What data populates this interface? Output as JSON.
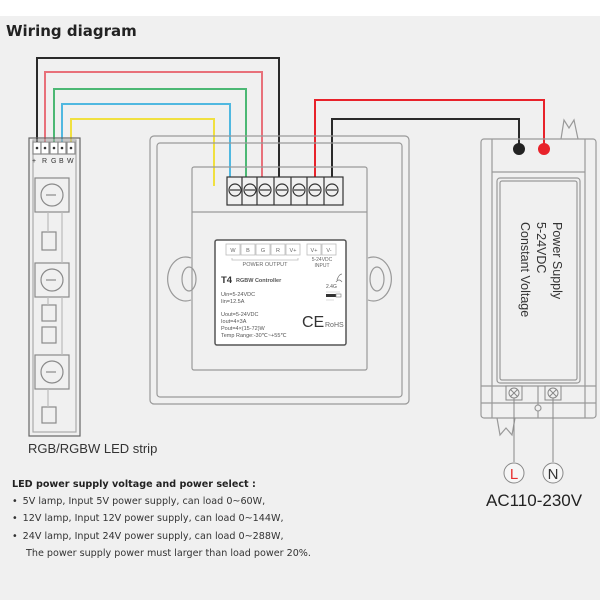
{
  "title": "Wiring diagram",
  "colors": {
    "black": "#2a2a2a",
    "red": "#e8707a",
    "green": "#4cb874",
    "blue": "#50b8e0",
    "yellow": "#f0e040",
    "power_red": "#e8222a",
    "outline": "#8a8a8a",
    "background": "#f0f0f0"
  },
  "led_strip": {
    "label": "RGB/RGBW LED strip",
    "pins": [
      "+",
      "R",
      "G",
      "B",
      "W"
    ]
  },
  "controller": {
    "model": "T4",
    "name": "RGBW Controller",
    "terminals": [
      "W",
      "B",
      "G",
      "R",
      "V+",
      "V+",
      "V-"
    ],
    "output_label": "POWER OUTPUT",
    "input_label_line1": "5-24VDC",
    "input_label_line2": "INPUT",
    "wireless": "2.4G",
    "uin": "Uin=5-24VDC",
    "iin": "Iin=12.5A",
    "uout": "Uout=5-24VDC",
    "iout": "Iout=4×3A",
    "pout": "Pout=4×(15-72)W",
    "temp": "Temp Range:-30℃~+55℃",
    "ce_mark": "CE",
    "rohs": "RoHS"
  },
  "power_supply": {
    "line1": "Power Supply",
    "line2": "5-24VDC",
    "line3": "Constant Voltage",
    "ac_label": "AC110-230V",
    "live": "L",
    "neutral": "N"
  },
  "notes": {
    "heading": "LED power supply voltage and power select :",
    "items": [
      "5V lamp, Input 5V power supply, can load 0~60W,",
      "12V lamp, Input 12V power supply, can load 0~144W,",
      "24V lamp, Input 24V power supply, can load 0~288W,"
    ],
    "footer": "The power supply power must larger than load power 20%."
  }
}
